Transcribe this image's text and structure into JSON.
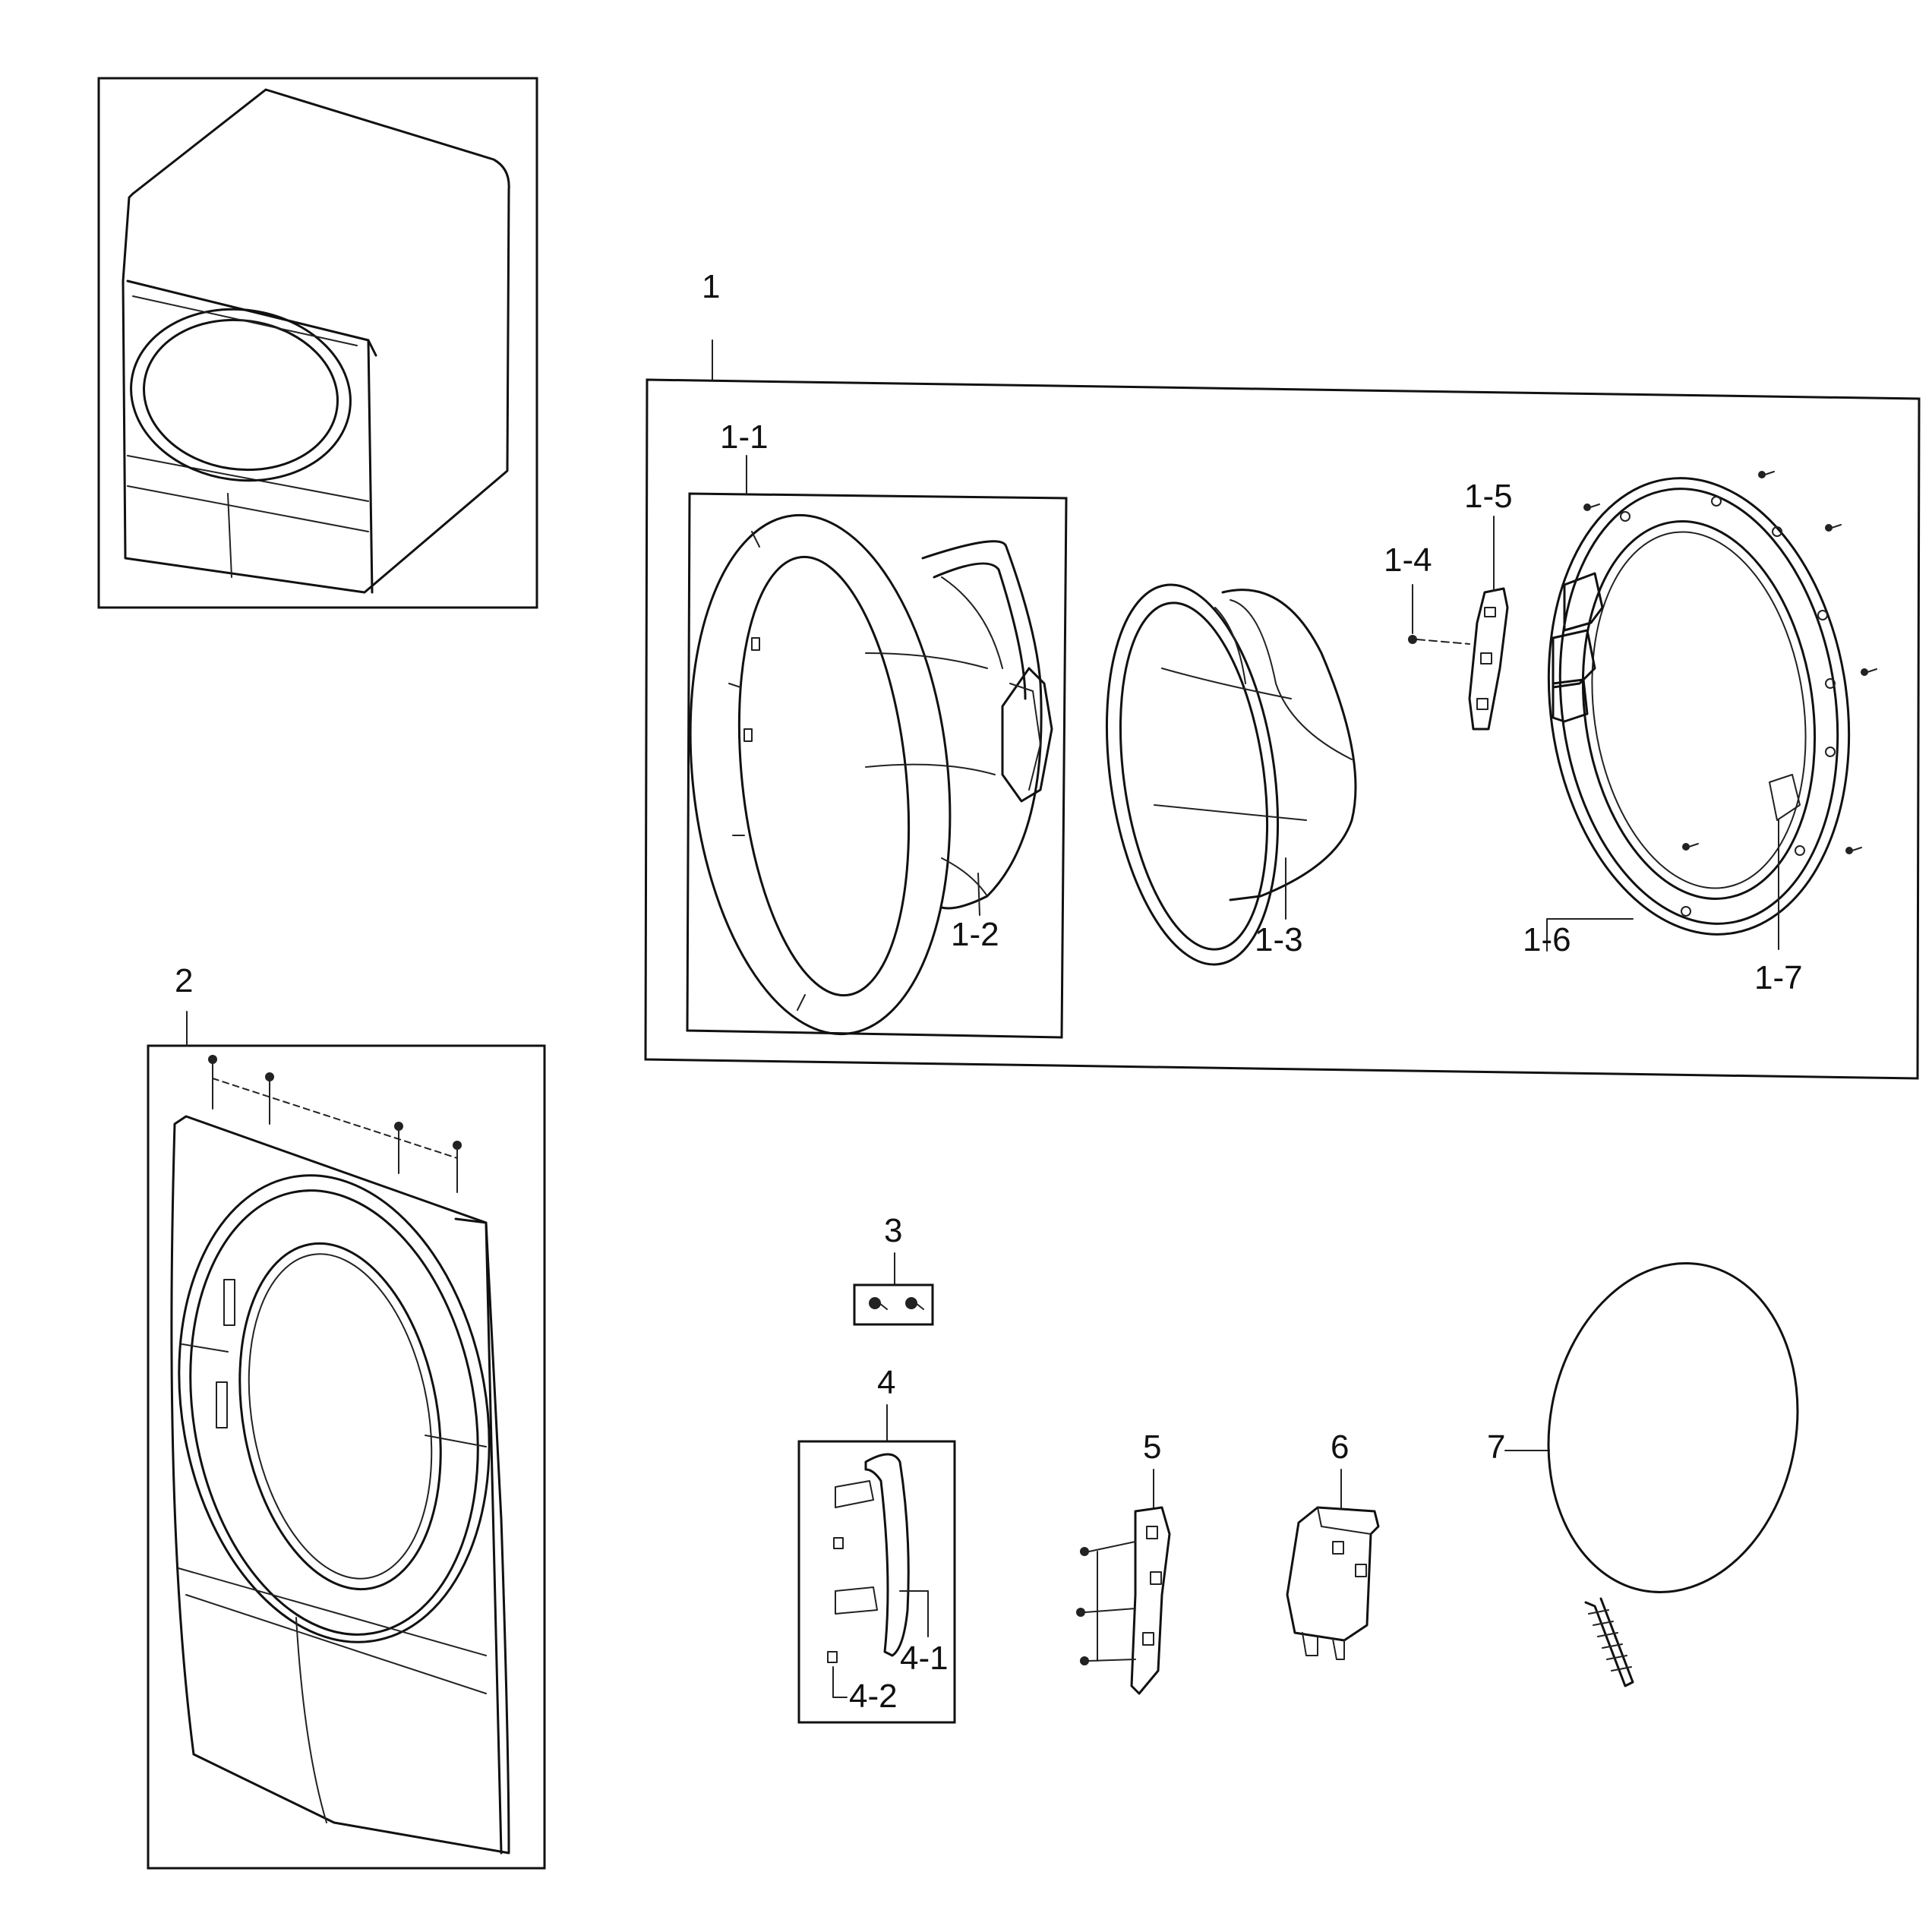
{
  "labels": {
    "p1": "1",
    "p1_1": "1-1",
    "p1_2": "1-2",
    "p1_3": "1-3",
    "p1_4": "1-4",
    "p1_5": "1-5",
    "p1_6": "1-6",
    "p1_7": "1-7",
    "p2": "2",
    "p3": "3",
    "p4": "4",
    "p4_1": "4-1",
    "p4_2": "4-2",
    "p5": "5",
    "p6": "6",
    "p7": "7"
  }
}
